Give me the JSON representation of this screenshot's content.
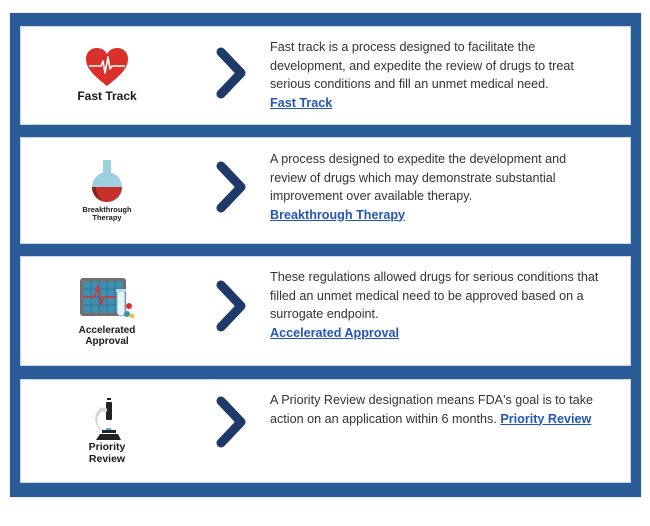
{
  "colors": {
    "panel": "#2a5c97",
    "chevron": "#1e3a6b",
    "link": "#2456b4",
    "body_text": "#333333"
  },
  "items": [
    {
      "icon": "heart-pulse-icon",
      "label": "Fast Track",
      "description": "Fast track is a process designed to facilitate the development, and expedite the review of drugs to treat serious conditions and fill an unmet medical need.",
      "link": "Fast Track"
    },
    {
      "icon": "flask-icon",
      "label": "Breakthrough Therapy",
      "label_line1": "Breakthrough",
      "label_line2": "Therapy",
      "description": "A process designed to expedite the development and review of drugs which may demonstrate substantial improvement over available therapy.",
      "link": "Breakthrough Therapy"
    },
    {
      "icon": "monitor-test-tube-icon",
      "label": "Accelerated Approval",
      "label_line1": "Accelerated",
      "label_line2": "Approval",
      "description": "These regulations allowed drugs for serious conditions that filled an unmet medical need to be approved based on a surrogate endpoint.",
      "link": "Accelerated Approval"
    },
    {
      "icon": "microscope-icon",
      "label": "Priority Review",
      "label_line1": "Priority",
      "label_line2": "Review",
      "description": "A Priority Review designation means FDA's goal is to take action on an application within 6 months.",
      "link": "Priority Review"
    }
  ]
}
